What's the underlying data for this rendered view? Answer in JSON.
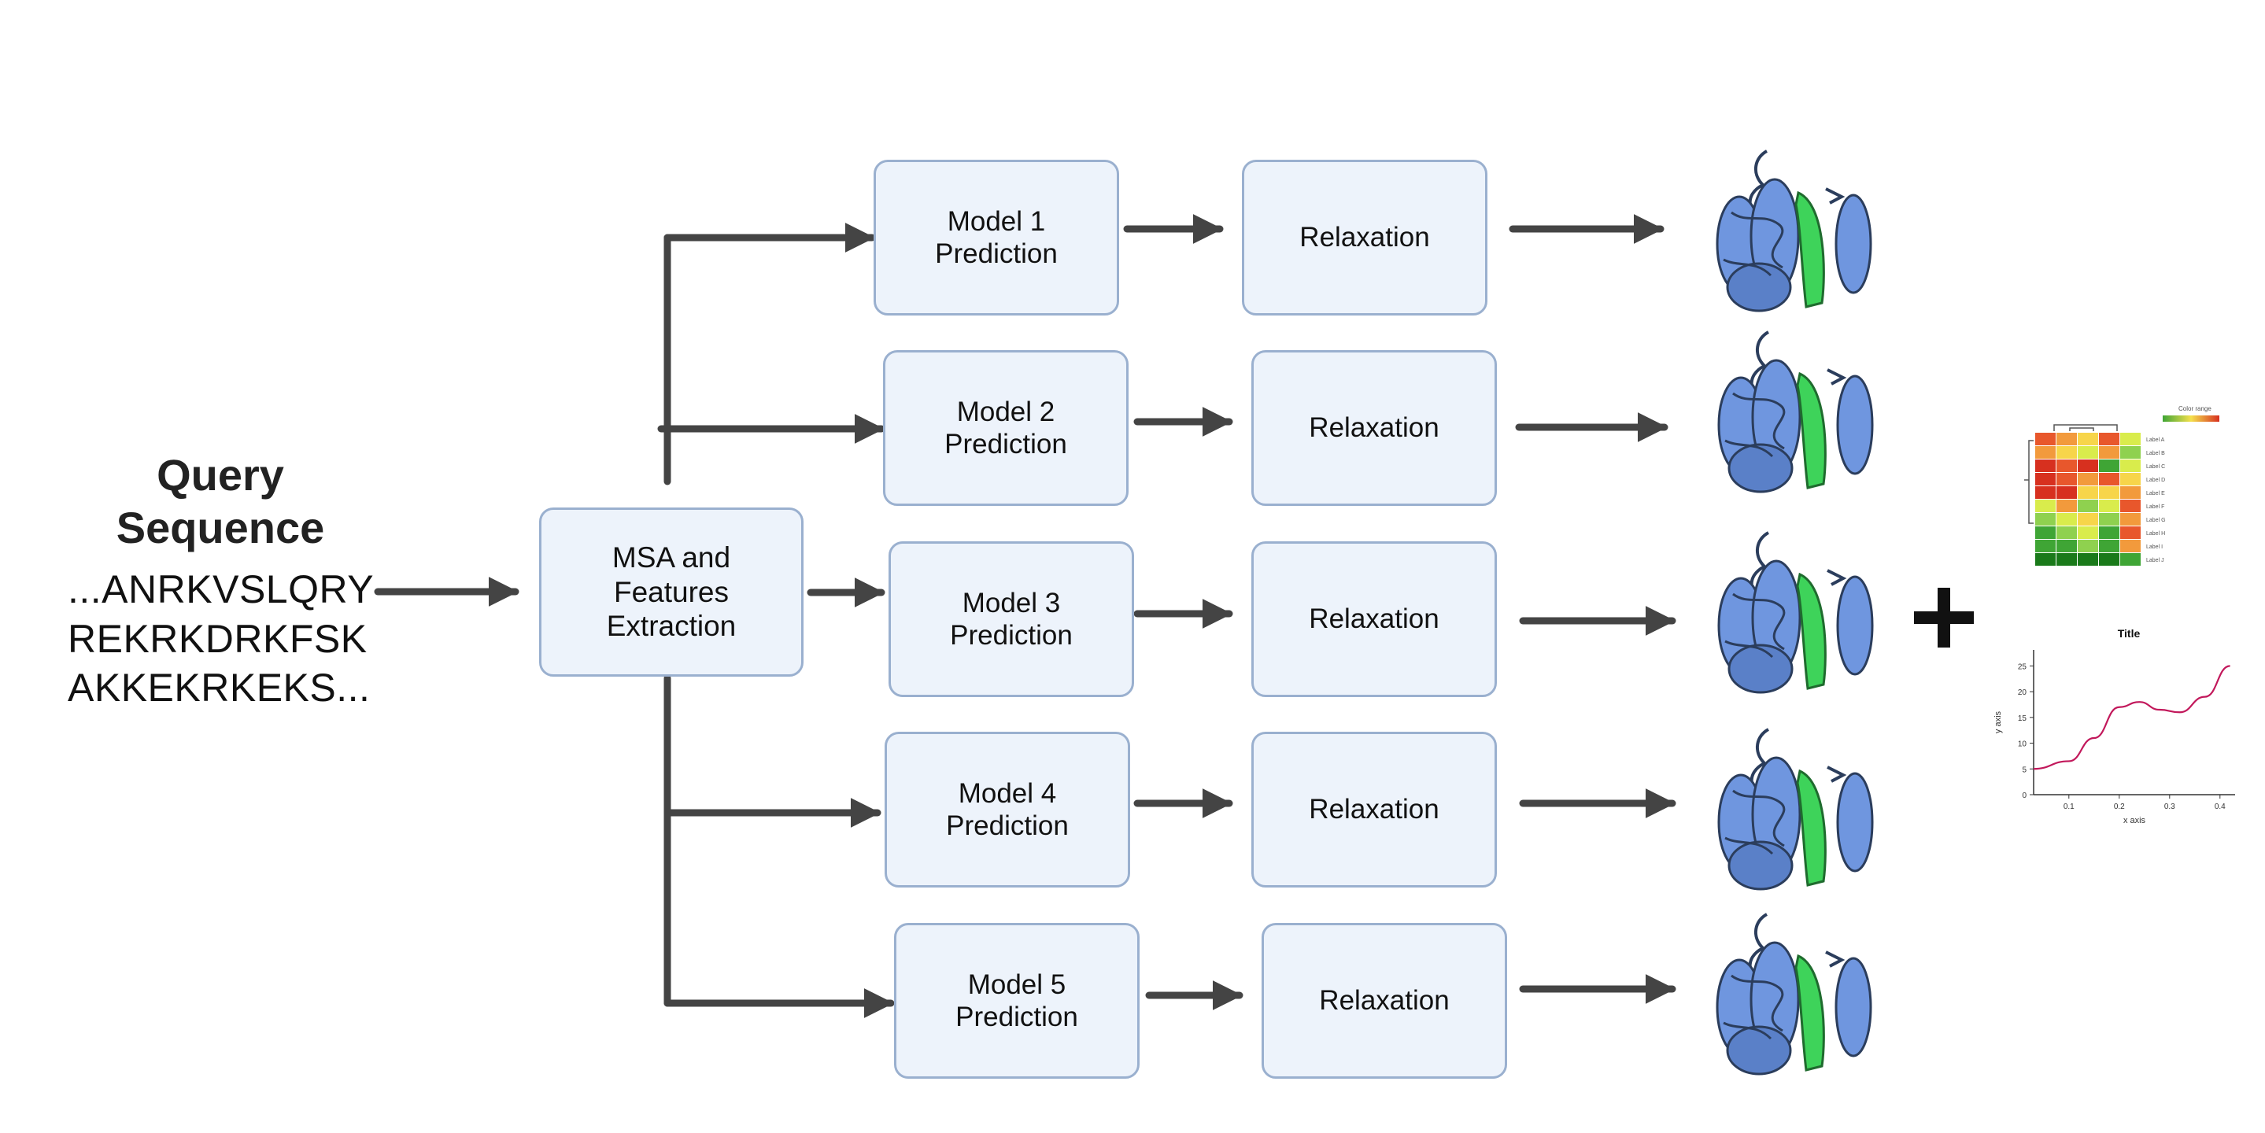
{
  "query": {
    "title": "Query\nSequence",
    "sequence_lines": [
      "...ANRKVSLQRY",
      "REKRKDRKFSK",
      "AKKEKRKEKS..."
    ]
  },
  "msa_box": {
    "label": "MSA and\nFeatures\nExtraction"
  },
  "models": [
    {
      "prediction": "Model 1\nPrediction",
      "relaxation": "Relaxation"
    },
    {
      "prediction": "Model 2\nPrediction",
      "relaxation": "Relaxation"
    },
    {
      "prediction": "Model 3\nPrediction",
      "relaxation": "Relaxation"
    },
    {
      "prediction": "Model 4\nPrediction",
      "relaxation": "Relaxation"
    },
    {
      "prediction": "Model 5\nPrediction",
      "relaxation": "Relaxation"
    }
  ],
  "heatmap": {
    "legend_title": "Color range",
    "row_labels": [
      "Label A",
      "Label B",
      "Label C",
      "Label D",
      "Label E",
      "Label F",
      "Label G",
      "Label H",
      "Label I",
      "Label J"
    ]
  },
  "line_chart": {
    "title": "Title",
    "xlabel": "x axis",
    "ylabel": "y axis",
    "x_ticks": [
      "0.1",
      "0.2",
      "0.3",
      "0.4"
    ],
    "y_ticks": [
      "0",
      "5",
      "10",
      "15",
      "20",
      "25"
    ]
  },
  "colors": {
    "box_fill": "#edf3fb",
    "box_border": "#9ab0cf",
    "arrow": "#444444",
    "protein_blue": "#6f96df",
    "protein_green": "#3ed35a",
    "curve": "#c2185b"
  },
  "plus_symbol": "+"
}
